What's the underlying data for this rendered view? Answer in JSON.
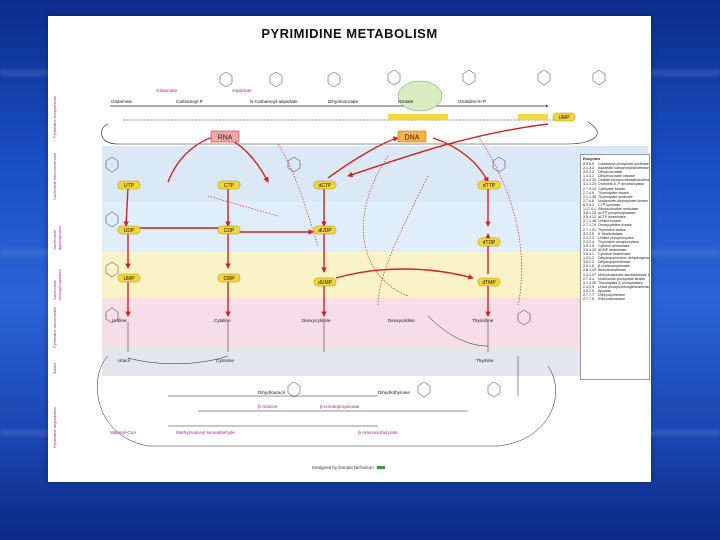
{
  "title": "PYRIMIDINE METABOLISM",
  "sidebar": [
    "Pyrimidine biosynthesis",
    "Nucleotide interconversion",
    "Nucleoside diphosphates",
    "Nucleoside monophosphates",
    "Pyrimidine nucleosides",
    "Bases",
    "Pyrimidine degradation"
  ],
  "compounds": {
    "glutamine": "Glutamine",
    "glutamate": "Glutamate",
    "carbamoyl_p": "Carbamoyl-P",
    "aspartate": "Aspartate",
    "carbamoyl_aspartate": "N-Carbamoyl-aspartate",
    "dihydroorotate": "Dihydroorotate",
    "orotate": "Orotate",
    "orotidine_p": "Orotidine-5'-P",
    "ump_top": "UMP",
    "rna": "RNA",
    "dna": "DNA",
    "utp": "UTP",
    "ctp": "CTP",
    "dctp": "dCTP",
    "dttp": "dTTP",
    "udp": "UDP",
    "cdp": "CDP",
    "dudp": "dUDP",
    "dtdp": "dTDP",
    "ump": "UMP",
    "cmp": "CMP",
    "dump": "dUMP",
    "dtmp": "dTMP",
    "uridine": "Uridine",
    "cytidine": "Cytidine",
    "deoxycytidine": "Deoxycytidine",
    "deoxyuridine": "Deoxyuridine",
    "thymidine": "Thymidine",
    "uracil": "Uracil",
    "cytosine": "Cytosine",
    "thymine": "Thymine",
    "dihydrouracil": "Dihydrouracil",
    "dihydrothymine": "Dihydrothymine",
    "beta_alanine": "β-Alanine",
    "beta_ureidopropionate": "β-Ureidopropionate",
    "beta_aminoisobutyrate": "β-Aminoisobutyrate",
    "malonyl_coa": "Malonyl-CoA",
    "methylmalonyl": "Methylmalonyl semialdehyde"
  },
  "legend": {
    "header": "Enzymes",
    "rows": [
      [
        "6.3.5.5",
        "Carbamoyl-phosphate synthase"
      ],
      [
        "2.1.3.2",
        "Aspartate carbamoyltransferase"
      ],
      [
        "3.5.2.3",
        "Dihydroorotase"
      ],
      [
        "1.3.3.1",
        "Dihydroorotate oxidase"
      ],
      [
        "2.4.2.10",
        "Orotate phosphoribosyltransferase"
      ],
      [
        "4.1.1.23",
        "Orotidine-5'-P decarboxylase"
      ],
      [
        "2.7.4.14",
        "Cytidylate kinase"
      ],
      [
        "2.7.4.9",
        "Thymidylate kinase"
      ],
      [
        "2.1.1.45",
        "Thymidylate synthase"
      ],
      [
        "2.7.4.6",
        "Nucleoside-diphosphate kinase"
      ],
      [
        "6.3.4.2",
        "CTP synthase"
      ],
      [
        "1.17.4.1",
        "Ribonucleotide reductase"
      ],
      [
        "3.6.1.23",
        "dUTP pyrophosphatase"
      ],
      [
        "3.5.4.13",
        "dCTP deaminase"
      ],
      [
        "2.7.1.48",
        "Uridine kinase"
      ],
      [
        "2.7.1.74",
        "Deoxycytidine kinase"
      ],
      [
        "2.7.1.21",
        "Thymidine kinase"
      ],
      [
        "3.1.3.5",
        "5'-Nucleotidase"
      ],
      [
        "2.4.2.3",
        "Uridine phosphorylase"
      ],
      [
        "2.4.2.4",
        "Thymidine phosphorylase"
      ],
      [
        "3.5.4.5",
        "Cytidine deaminase"
      ],
      [
        "3.5.4.12",
        "dCMP deaminase"
      ],
      [
        "3.5.4.1",
        "Cytosine deaminase"
      ],
      [
        "1.3.1.2",
        "Dihydropyrimidine dehydrogenase"
      ],
      [
        "3.5.2.2",
        "Dihydropyrimidinase"
      ],
      [
        "3.5.1.6",
        "β-Ureidopropionase"
      ],
      [
        "2.6.1.19",
        "Aminotransferase"
      ],
      [
        "1.2.1.27",
        "Methylmalonate-semialdehyde DH"
      ],
      [
        "2.7.4.4",
        "Nucleoside-phosphate kinase"
      ],
      [
        "3.1.3.35",
        "Thymidylate 5'-phosphatase"
      ],
      [
        "2.4.2.9",
        "Uracil phosphoribosyltransferase"
      ],
      [
        "3.6.1.5",
        "Apyrase"
      ],
      [
        "2.7.7.7",
        "DNA polymerase"
      ],
      [
        "2.7.7.6",
        "RNA polymerase"
      ]
    ]
  },
  "footer": "Designed by Donald Nicholson",
  "colors": {
    "background": "#1a4fc4",
    "sheet": "#ffffff",
    "nucleotide_box": "#f5d63a",
    "rna_box": "#f3a6a6",
    "dna_box": "#f5b24a",
    "main_arrow": "#d42020",
    "purple_text": "#b0209a",
    "band_blue": "#dbe9f6",
    "band_yellow": "#fbf3c8",
    "band_pink": "#f6dde8",
    "band_grey": "#e3e6ec"
  }
}
